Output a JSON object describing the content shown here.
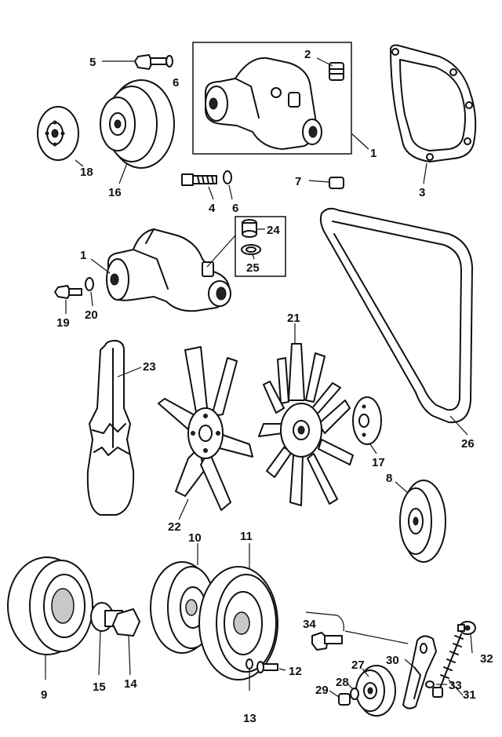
{
  "callouts": [
    {
      "id": "c1a",
      "text": "1"
    },
    {
      "id": "c1b",
      "text": "1"
    },
    {
      "id": "c2",
      "text": "2"
    },
    {
      "id": "c3",
      "text": "3"
    },
    {
      "id": "c4",
      "text": "4"
    },
    {
      "id": "c5",
      "text": "5"
    },
    {
      "id": "c6a",
      "text": "6"
    },
    {
      "id": "c6b",
      "text": "6"
    },
    {
      "id": "c7",
      "text": "7"
    },
    {
      "id": "c8",
      "text": "8"
    },
    {
      "id": "c9",
      "text": "9"
    },
    {
      "id": "c10",
      "text": "10"
    },
    {
      "id": "c11",
      "text": "11"
    },
    {
      "id": "c12",
      "text": "12"
    },
    {
      "id": "c13",
      "text": "13"
    },
    {
      "id": "c14",
      "text": "14"
    },
    {
      "id": "c15",
      "text": "15"
    },
    {
      "id": "c16",
      "text": "16"
    },
    {
      "id": "c17",
      "text": "17"
    },
    {
      "id": "c18",
      "text": "18"
    },
    {
      "id": "c19",
      "text": "19"
    },
    {
      "id": "c20",
      "text": "20"
    },
    {
      "id": "c21",
      "text": "21"
    },
    {
      "id": "c22",
      "text": "22"
    },
    {
      "id": "c23",
      "text": "23"
    },
    {
      "id": "c24",
      "text": "24"
    },
    {
      "id": "c25",
      "text": "25"
    },
    {
      "id": "c26",
      "text": "26"
    },
    {
      "id": "c27",
      "text": "27"
    },
    {
      "id": "c28",
      "text": "28"
    },
    {
      "id": "c29",
      "text": "29"
    },
    {
      "id": "c30",
      "text": "30"
    },
    {
      "id": "c31",
      "text": "31"
    },
    {
      "id": "c32",
      "text": "32"
    },
    {
      "id": "c33",
      "text": "33"
    },
    {
      "id": "c34",
      "text": "34"
    }
  ]
}
